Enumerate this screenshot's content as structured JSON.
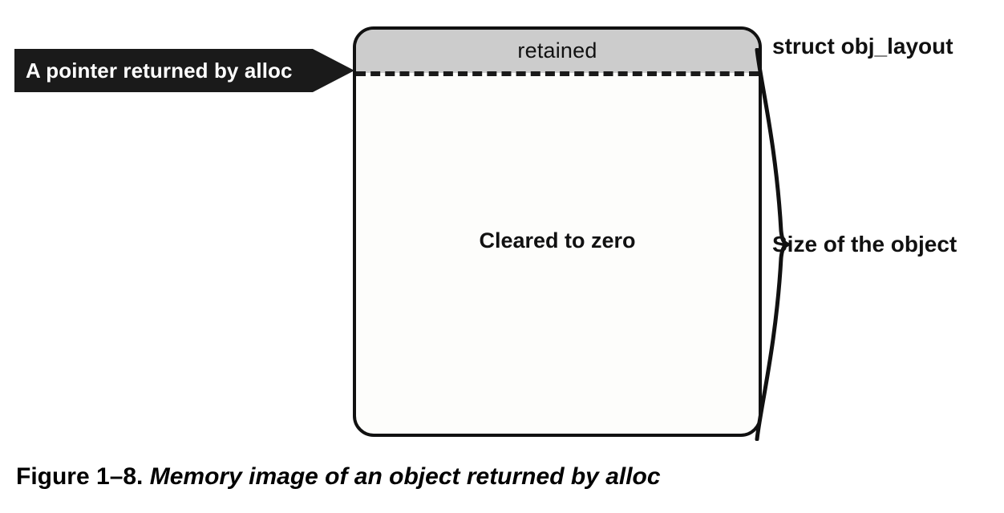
{
  "figure": {
    "caption_number": "Figure 1–8.",
    "caption_title": "Memory image of an object returned by alloc"
  },
  "diagram": {
    "box": {
      "header_label": "retained",
      "body_label": "Cleared to zero",
      "header_fill": "#cccccc",
      "body_fill": "#fdfdfb",
      "border_color": "#111111"
    },
    "pointer_callout": {
      "text": "A pointer returned by alloc",
      "background": "#1a1a1a",
      "text_color": "#ffffff"
    },
    "annotations": {
      "struct_label": "struct obj_layout",
      "size_label": "Size of the object"
    }
  }
}
